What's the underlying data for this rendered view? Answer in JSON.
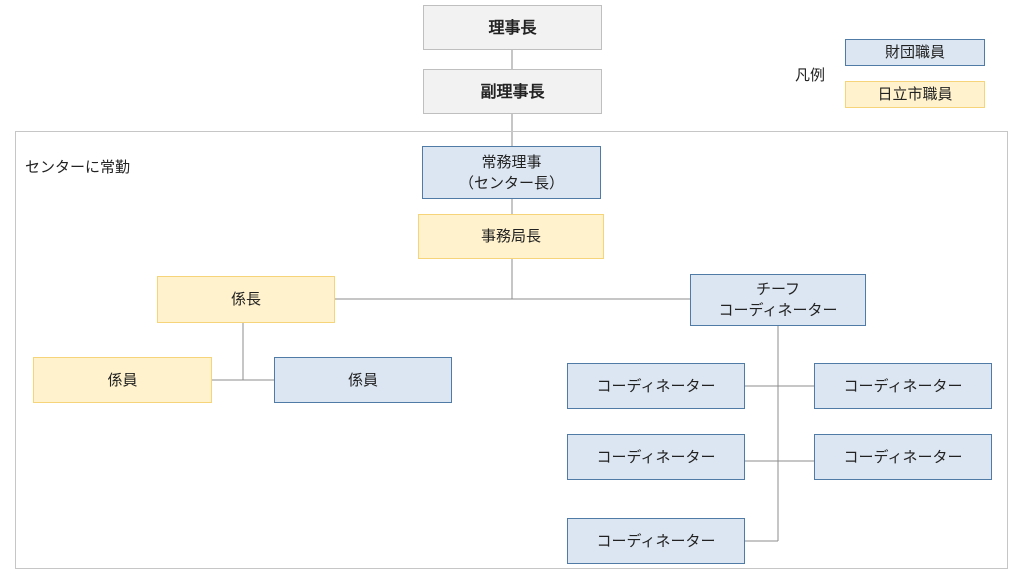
{
  "top": {
    "chairman": "理事長",
    "vice_chairman": "副理事長"
  },
  "legend": {
    "title": "凡例",
    "foundation_staff": "財団職員",
    "city_staff": "日立市職員"
  },
  "center": {
    "label": "センターに常勤",
    "managing_director": [
      "常務理事",
      "（センター長）"
    ],
    "secretary_general": "事務局長",
    "section_chief": "係長",
    "staff_left": "係員",
    "staff_right": "係員",
    "chief_coordinator": [
      "チーフ",
      "コーディネーター"
    ],
    "coordinators": [
      "コーディネーター",
      "コーディネーター",
      "コーディネーター",
      "コーディネーター",
      "コーディネーター"
    ]
  },
  "colors": {
    "foundation_staff_fill": "#dce6f2",
    "city_staff_fill": "#fff2cc",
    "board_fill": "#f2f2f2"
  }
}
